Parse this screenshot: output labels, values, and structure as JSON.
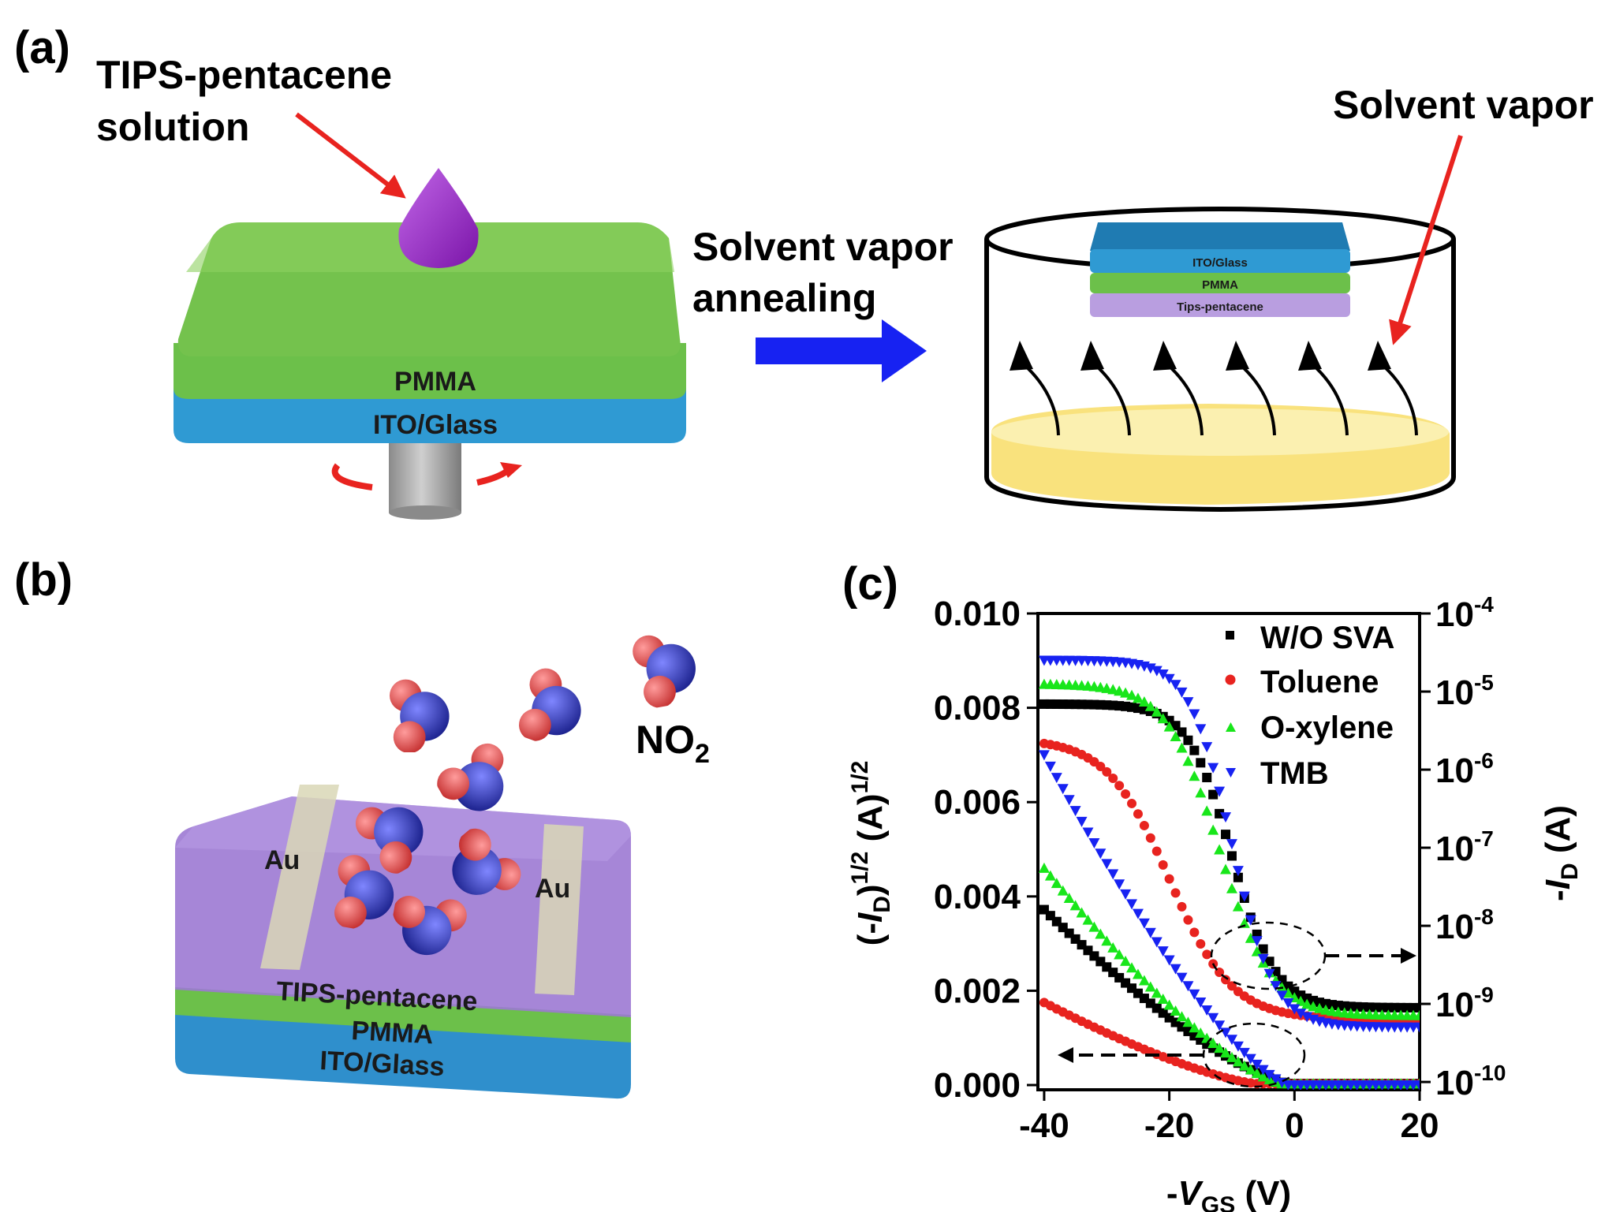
{
  "colors": {
    "pmma": "#6cc04a",
    "ito": "#2f9ad3",
    "tips": "#a77fd6",
    "droplet": "#9b27c7",
    "spin_arrow": "#e8231f",
    "annealing_arrow": "#1722f2",
    "pointer_arrow": "#e8231f",
    "solvent": "#f9e27d",
    "au": "#d9d7b6",
    "nitrogen": "#2f36b8",
    "oxygen": "#e05a5a"
  },
  "panel_a": {
    "label": "(a)",
    "solution_label_line1": "TIPS-pentacene",
    "solution_label_line2": "solution",
    "layer_pmma": "PMMA",
    "layer_ito": "ITO/Glass",
    "process_line1": "Solvent vapor",
    "process_line2": "annealing",
    "vapor_label": "Solvent vapor",
    "stack_ito": "ITO/Glass",
    "stack_pmma": "PMMA",
    "stack_tips": "Tips-pentacene"
  },
  "panel_b": {
    "label": "(b)",
    "electrode_left": "Au",
    "electrode_right": "Au",
    "layer_tips": "TIPS-pentacene",
    "layer_pmma": "PMMA",
    "layer_ito": "ITO/Glass",
    "gas_main": "NO",
    "gas_sub": "2",
    "icon": "no2-molecule-icon"
  },
  "panel_c": {
    "label": "(c)",
    "chart_data": {
      "type": "scatter",
      "x_label": {
        "prefix": "-",
        "var": "V",
        "sub": "GS",
        "suffix": " (V)"
      },
      "y_left_label": {
        "open": "(-",
        "var": "I",
        "sub": "D",
        "mid": ")",
        "sup1": "1/2",
        "unit": " (A)",
        "sup2": "1/2"
      },
      "y_right_label": {
        "prefix": "-",
        "var": "I",
        "sub": "D",
        "suffix": " (A)"
      },
      "x_ticks": [
        "-40",
        "-20",
        "0",
        "20"
      ],
      "x_tick_values": [
        -40,
        -20,
        0,
        20
      ],
      "xlim": [
        -41,
        20
      ],
      "y_left_ticks": [
        "0.000",
        "0.002",
        "0.004",
        "0.006",
        "0.008",
        "0.010"
      ],
      "y_left_tick_values": [
        0,
        0.002,
        0.004,
        0.006,
        0.008,
        0.01
      ],
      "ylim_left": [
        -0.0001,
        0.01
      ],
      "y_right_ticks": [
        {
          "base": "10",
          "exp": "-10"
        },
        {
          "base": "10",
          "exp": "-9"
        },
        {
          "base": "10",
          "exp": "-8"
        },
        {
          "base": "10",
          "exp": "-7"
        },
        {
          "base": "10",
          "exp": "-6"
        },
        {
          "base": "10",
          "exp": "-5"
        },
        {
          "base": "10",
          "exp": "-4"
        }
      ],
      "y_right_tick_values": [
        -10,
        -9,
        -8,
        -7,
        -6,
        -5,
        -4
      ],
      "ylim_right_log10": [
        -10.1,
        -4
      ],
      "y_right_scale": "log",
      "legend_position": "top-right",
      "series": [
        {
          "name": "W/O SVA",
          "color": "#000000",
          "marker": "square",
          "linear_sqrt_A": {
            "v_on": -1,
            "sqrt_at_minus40": 0.00372,
            "offset": 3e-05
          },
          "log_A": {
            "low": -9.05,
            "high": -5.16,
            "mid_v": -10,
            "width": 3.5
          }
        },
        {
          "name": "Toluene",
          "color": "#e8231f",
          "marker": "circle",
          "linear_sqrt_A": {
            "v_on": -6,
            "sqrt_at_minus40": 0.00175,
            "offset": 3e-05
          },
          "log_A": {
            "low": -9.2,
            "high": -5.6,
            "mid_v": -20,
            "width": 5.0
          }
        },
        {
          "name": "O-xylene",
          "color": "#18e61a",
          "marker": "triangle-up",
          "linear_sqrt_A": {
            "v_on": -2,
            "sqrt_at_minus40": 0.0046,
            "offset": 3e-05
          },
          "log_A": {
            "low": -9.15,
            "high": -4.9,
            "mid_v": -12,
            "width": 4.2
          }
        },
        {
          "name": "TMB",
          "color": "#1722f2",
          "marker": "triangle-down",
          "linear_sqrt_A": {
            "v_on": -1,
            "sqrt_at_minus40": 0.007,
            "offset": 0.0
          },
          "log_A": {
            "low": -9.3,
            "high": -4.6,
            "mid_v": -10,
            "width": 3.4
          }
        }
      ]
    }
  }
}
